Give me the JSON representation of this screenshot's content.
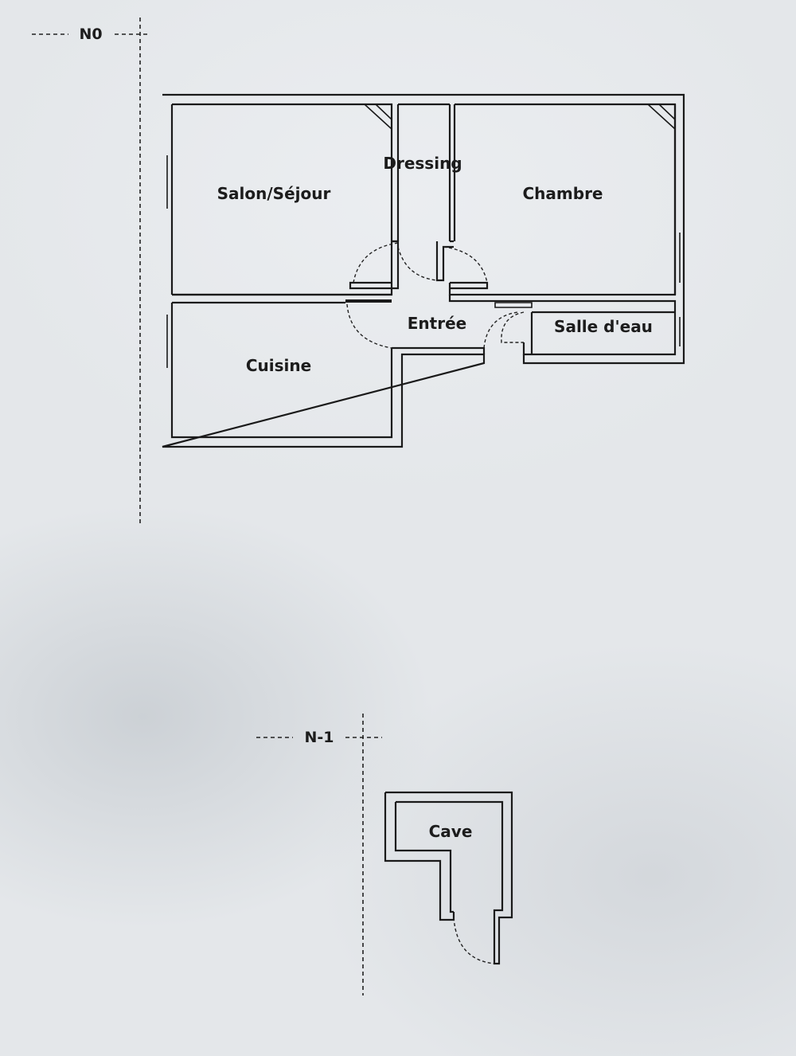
{
  "levels": {
    "ground": {
      "label": "N0"
    },
    "basement": {
      "label": "N-1"
    }
  },
  "rooms": {
    "salon": "Salon/Séjour",
    "dressing": "Dressing",
    "chambre": "Chambre",
    "entree": "Entrée",
    "salle_eau": "Salle d'eau",
    "cuisine": "Cuisine",
    "cave": "Cave"
  },
  "colors": {
    "paper": "#e4e7ea",
    "ink": "#1a1a1a"
  }
}
